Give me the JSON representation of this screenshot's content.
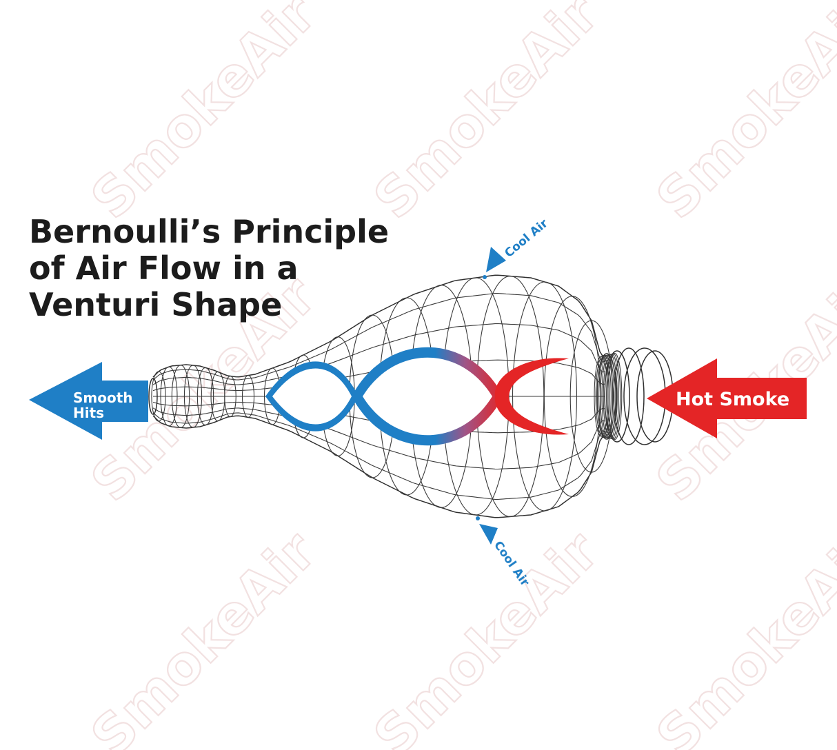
{
  "title": {
    "line1": "Bernoulli’s Principle",
    "line2": "of Air Flow in a",
    "line3": "Venturi Shape"
  },
  "labels": {
    "left_arrow_line1": "Smooth",
    "left_arrow_line2": "Hits",
    "right_arrow": "Hot Smoke",
    "cool_air_top": "Cool Air",
    "cool_air_bottom": "Cool Air"
  },
  "watermark": {
    "text": "SmokeAir"
  },
  "colors": {
    "blue": "#1f7fc6",
    "red": "#e42526",
    "wire": "#2f2f2f",
    "title": "#1c1c1c",
    "watermark": "#f1dede"
  }
}
